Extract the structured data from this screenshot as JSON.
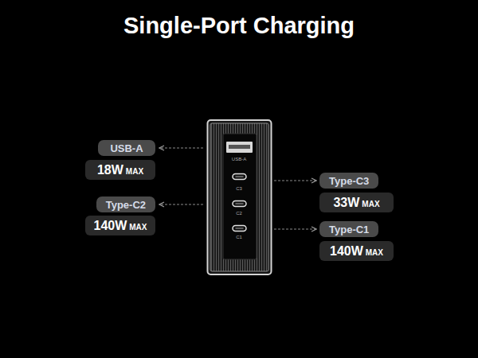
{
  "diagram": {
    "title": "Single-Port Charging",
    "nodes": [
      {
        "text": [
          "USB-A",
          "C3",
          "C2",
          "C1"
        ]
      },
      {
        "text": [
          "USB-A"
        ]
      },
      {
        "text": [
          "18W",
          "MAX"
        ]
      },
      {
        "text": [
          "Type-C3"
        ]
      },
      {
        "text": [
          "33W",
          "MAX"
        ]
      },
      {
        "text": [
          "Type-C2"
        ]
      },
      {
        "text": [
          "140W",
          "MAX"
        ]
      },
      {
        "text": [
          "Type-C1"
        ]
      },
      {
        "text": [
          "140W",
          "MAX"
        ]
      }
    ],
    "edges": [
      {
        "from": 0,
        "to": 1,
        "arrow": "to"
      },
      {
        "from": 0,
        "to": 3,
        "arrow": "to"
      },
      {
        "from": 0,
        "to": 5,
        "arrow": "to"
      },
      {
        "from": 0,
        "to": 7,
        "arrow": "to"
      }
    ]
  }
}
